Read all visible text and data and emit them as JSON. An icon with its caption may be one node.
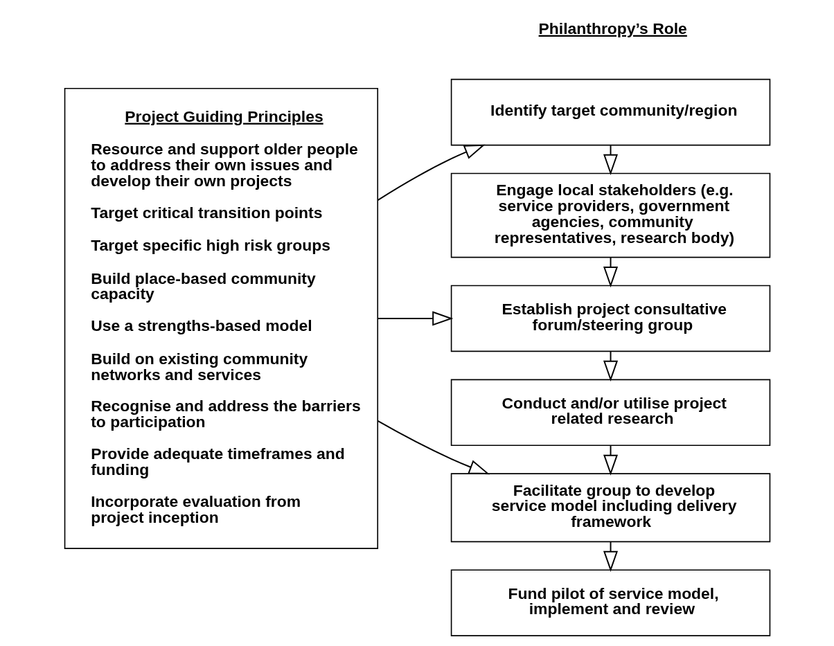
{
  "diagram": {
    "nodes": [
      {
        "text": [
          "Project Guiding Principles",
          "Resource and support older people to address their own issues and develop their own projects",
          "Target critical transition points",
          "Target specific high risk groups",
          "Build place-based community capacity",
          "Use a strengths-based model",
          "Build on existing community networks and services",
          "Recognise and address the barriers to participation",
          "Provide adequate timeframes and funding",
          "Incorporate evaluation from project inception"
        ]
      },
      {
        "text": [
          "Identify target community/region"
        ]
      },
      {
        "text": [
          "Engage local stakeholders (e.g. service providers, government agencies, community representatives, research body)"
        ]
      },
      {
        "text": [
          "Establish project consultative forum/steering group"
        ]
      },
      {
        "text": [
          "Conduct and/or utilise project related research"
        ]
      },
      {
        "text": [
          "Facilitate group to develop service model including delivery framework"
        ]
      },
      {
        "text": [
          "Fund pilot of service model, implement and review"
        ]
      }
    ],
    "edges": [
      {
        "from": 0,
        "to": 1,
        "arrow": "to"
      },
      {
        "from": 0,
        "to": 3,
        "arrow": "to"
      },
      {
        "from": 0,
        "to": 5,
        "arrow": "to"
      },
      {
        "from": 1,
        "to": 2,
        "arrow": "to"
      },
      {
        "from": 2,
        "to": 3,
        "arrow": "to"
      },
      {
        "from": 3,
        "to": 4,
        "arrow": "to"
      },
      {
        "from": 4,
        "to": 5,
        "arrow": "to"
      },
      {
        "from": 5,
        "to": 6,
        "arrow": "to"
      }
    ],
    "labels": [
      "Philanthropy’s Role"
    ]
  }
}
